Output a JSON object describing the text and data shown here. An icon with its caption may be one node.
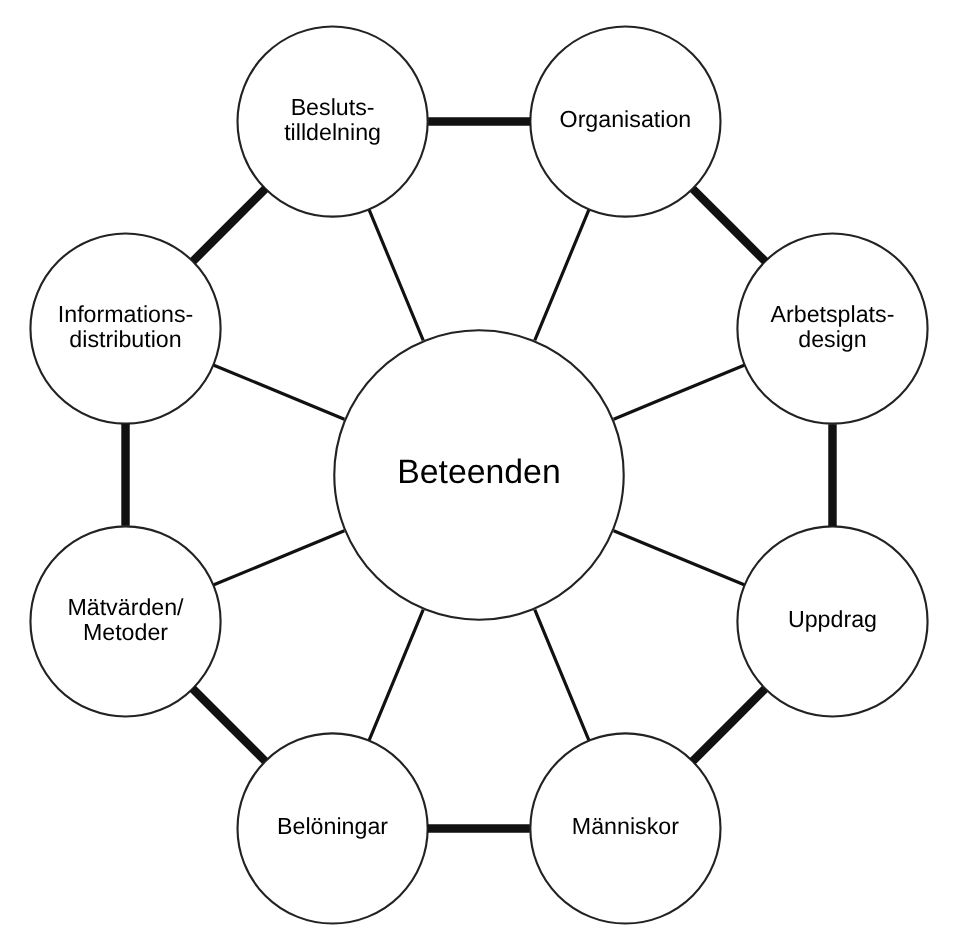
{
  "diagram": {
    "nodes": [
      {
        "text": [
          "Beteenden"
        ]
      },
      {
        "text": [
          "Arbetsplats- design"
        ]
      },
      {
        "text": [
          "Organisation"
        ]
      },
      {
        "text": [
          "Besluts- tilldelning"
        ]
      },
      {
        "text": [
          "Informations- distribution"
        ]
      },
      {
        "text": [
          "Mätvärden/ Metoder"
        ]
      },
      {
        "text": [
          "Belöningar"
        ]
      },
      {
        "text": [
          "Människor"
        ]
      },
      {
        "text": [
          "Uppdrag"
        ]
      }
    ],
    "edges": [
      {
        "from": 0,
        "to": 1,
        "arrow": "none"
      },
      {
        "from": 0,
        "to": 2,
        "arrow": "none"
      },
      {
        "from": 0,
        "to": 3,
        "arrow": "none"
      },
      {
        "from": 0,
        "to": 4,
        "arrow": "none"
      },
      {
        "from": 0,
        "to": 5,
        "arrow": "none"
      },
      {
        "from": 0,
        "to": 6,
        "arrow": "none"
      },
      {
        "from": 0,
        "to": 7,
        "arrow": "none"
      },
      {
        "from": 0,
        "to": 8,
        "arrow": "none"
      },
      {
        "from": 1,
        "to": 2,
        "arrow": "none",
        "style": "thick"
      },
      {
        "from": 2,
        "to": 3,
        "arrow": "none",
        "style": "thick"
      },
      {
        "from": 3,
        "to": 4,
        "arrow": "none",
        "style": "thick"
      },
      {
        "from": 4,
        "to": 5,
        "arrow": "none",
        "style": "thick"
      },
      {
        "from": 5,
        "to": 6,
        "arrow": "none",
        "style": "thick"
      },
      {
        "from": 6,
        "to": 7,
        "arrow": "none",
        "style": "thick"
      },
      {
        "from": 7,
        "to": 8,
        "arrow": "none",
        "style": "thick"
      },
      {
        "from": 8,
        "to": 1,
        "arrow": "none",
        "style": "thick"
      }
    ]
  }
}
